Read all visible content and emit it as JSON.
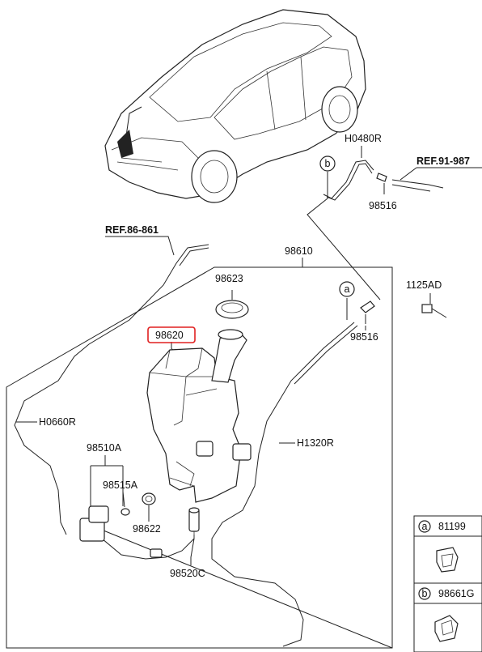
{
  "callouts": {
    "h0480r": "H0480R",
    "ref_91_987": "REF.91-987",
    "c98516_top": "98516",
    "ref_86_861": "REF.86-861",
    "c98610": "98610",
    "c1125ad": "1125AD",
    "c98623": "98623",
    "c98516_mid": "98516",
    "c98620": "98620",
    "h0660r": "H0660R",
    "h1320r": "H1320R",
    "c98510a": "98510A",
    "c98515a": "98515A",
    "c98622": "98622",
    "c98520c": "98520C"
  },
  "circle_markers": {
    "a": "a",
    "b": "b"
  },
  "legend": [
    {
      "letter": "a",
      "part": "81199"
    },
    {
      "letter": "b",
      "part": "98661G"
    }
  ],
  "highlight_color": "#e02020"
}
